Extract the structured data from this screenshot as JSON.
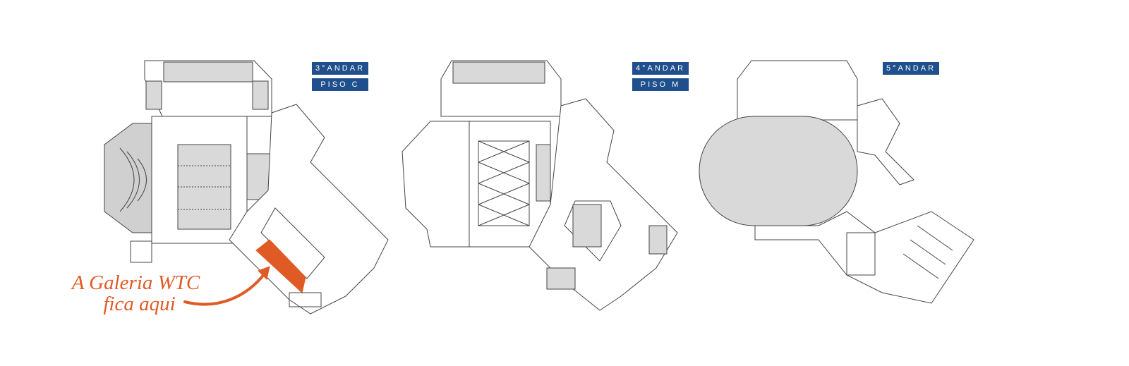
{
  "floors": [
    {
      "floor_label": "3°ANDAR",
      "level_label": "PISO C"
    },
    {
      "floor_label": "4°ANDAR",
      "level_label": "PISO M"
    },
    {
      "floor_label": "5°ANDAR"
    }
  ],
  "callout": {
    "line1": "A Galeria WTC",
    "line2": "fica aqui"
  },
  "colors": {
    "highlight": "#e05a25",
    "label_bg": "#1f4f8c",
    "room_fill": "#d9d9d9"
  }
}
